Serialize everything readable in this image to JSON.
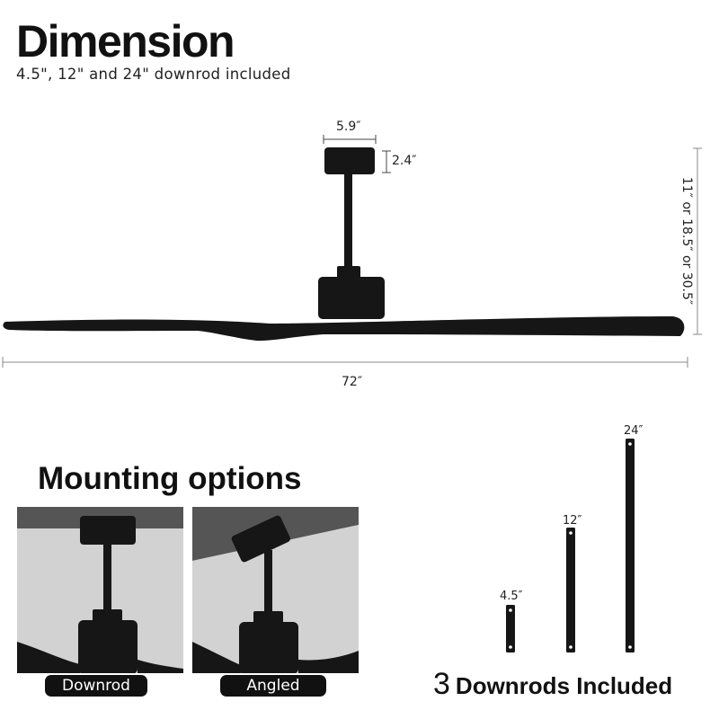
{
  "header": {
    "title": "Dimension",
    "subtitle": "4.5\", 12\" and 24\" downrod included"
  },
  "dimensions": {
    "motor_width": "5.9″",
    "motor_height": "2.4″",
    "overall_height": "11″ or 18.5″ or 30.5″",
    "blade_span": "72″"
  },
  "mounting": {
    "title": "Mounting options",
    "options": [
      {
        "label": "Downrod"
      },
      {
        "label": "Angled"
      }
    ]
  },
  "downrods": {
    "count": "3",
    "title": "Downrods Included",
    "items": [
      {
        "label": "4.5″"
      },
      {
        "label": "12″"
      },
      {
        "label": "24″"
      }
    ]
  },
  "colors": {
    "fan_black": "#161616",
    "pill_bg": "#111111",
    "photo_bg": "#cfcfcf",
    "ceiling": "#555555"
  }
}
